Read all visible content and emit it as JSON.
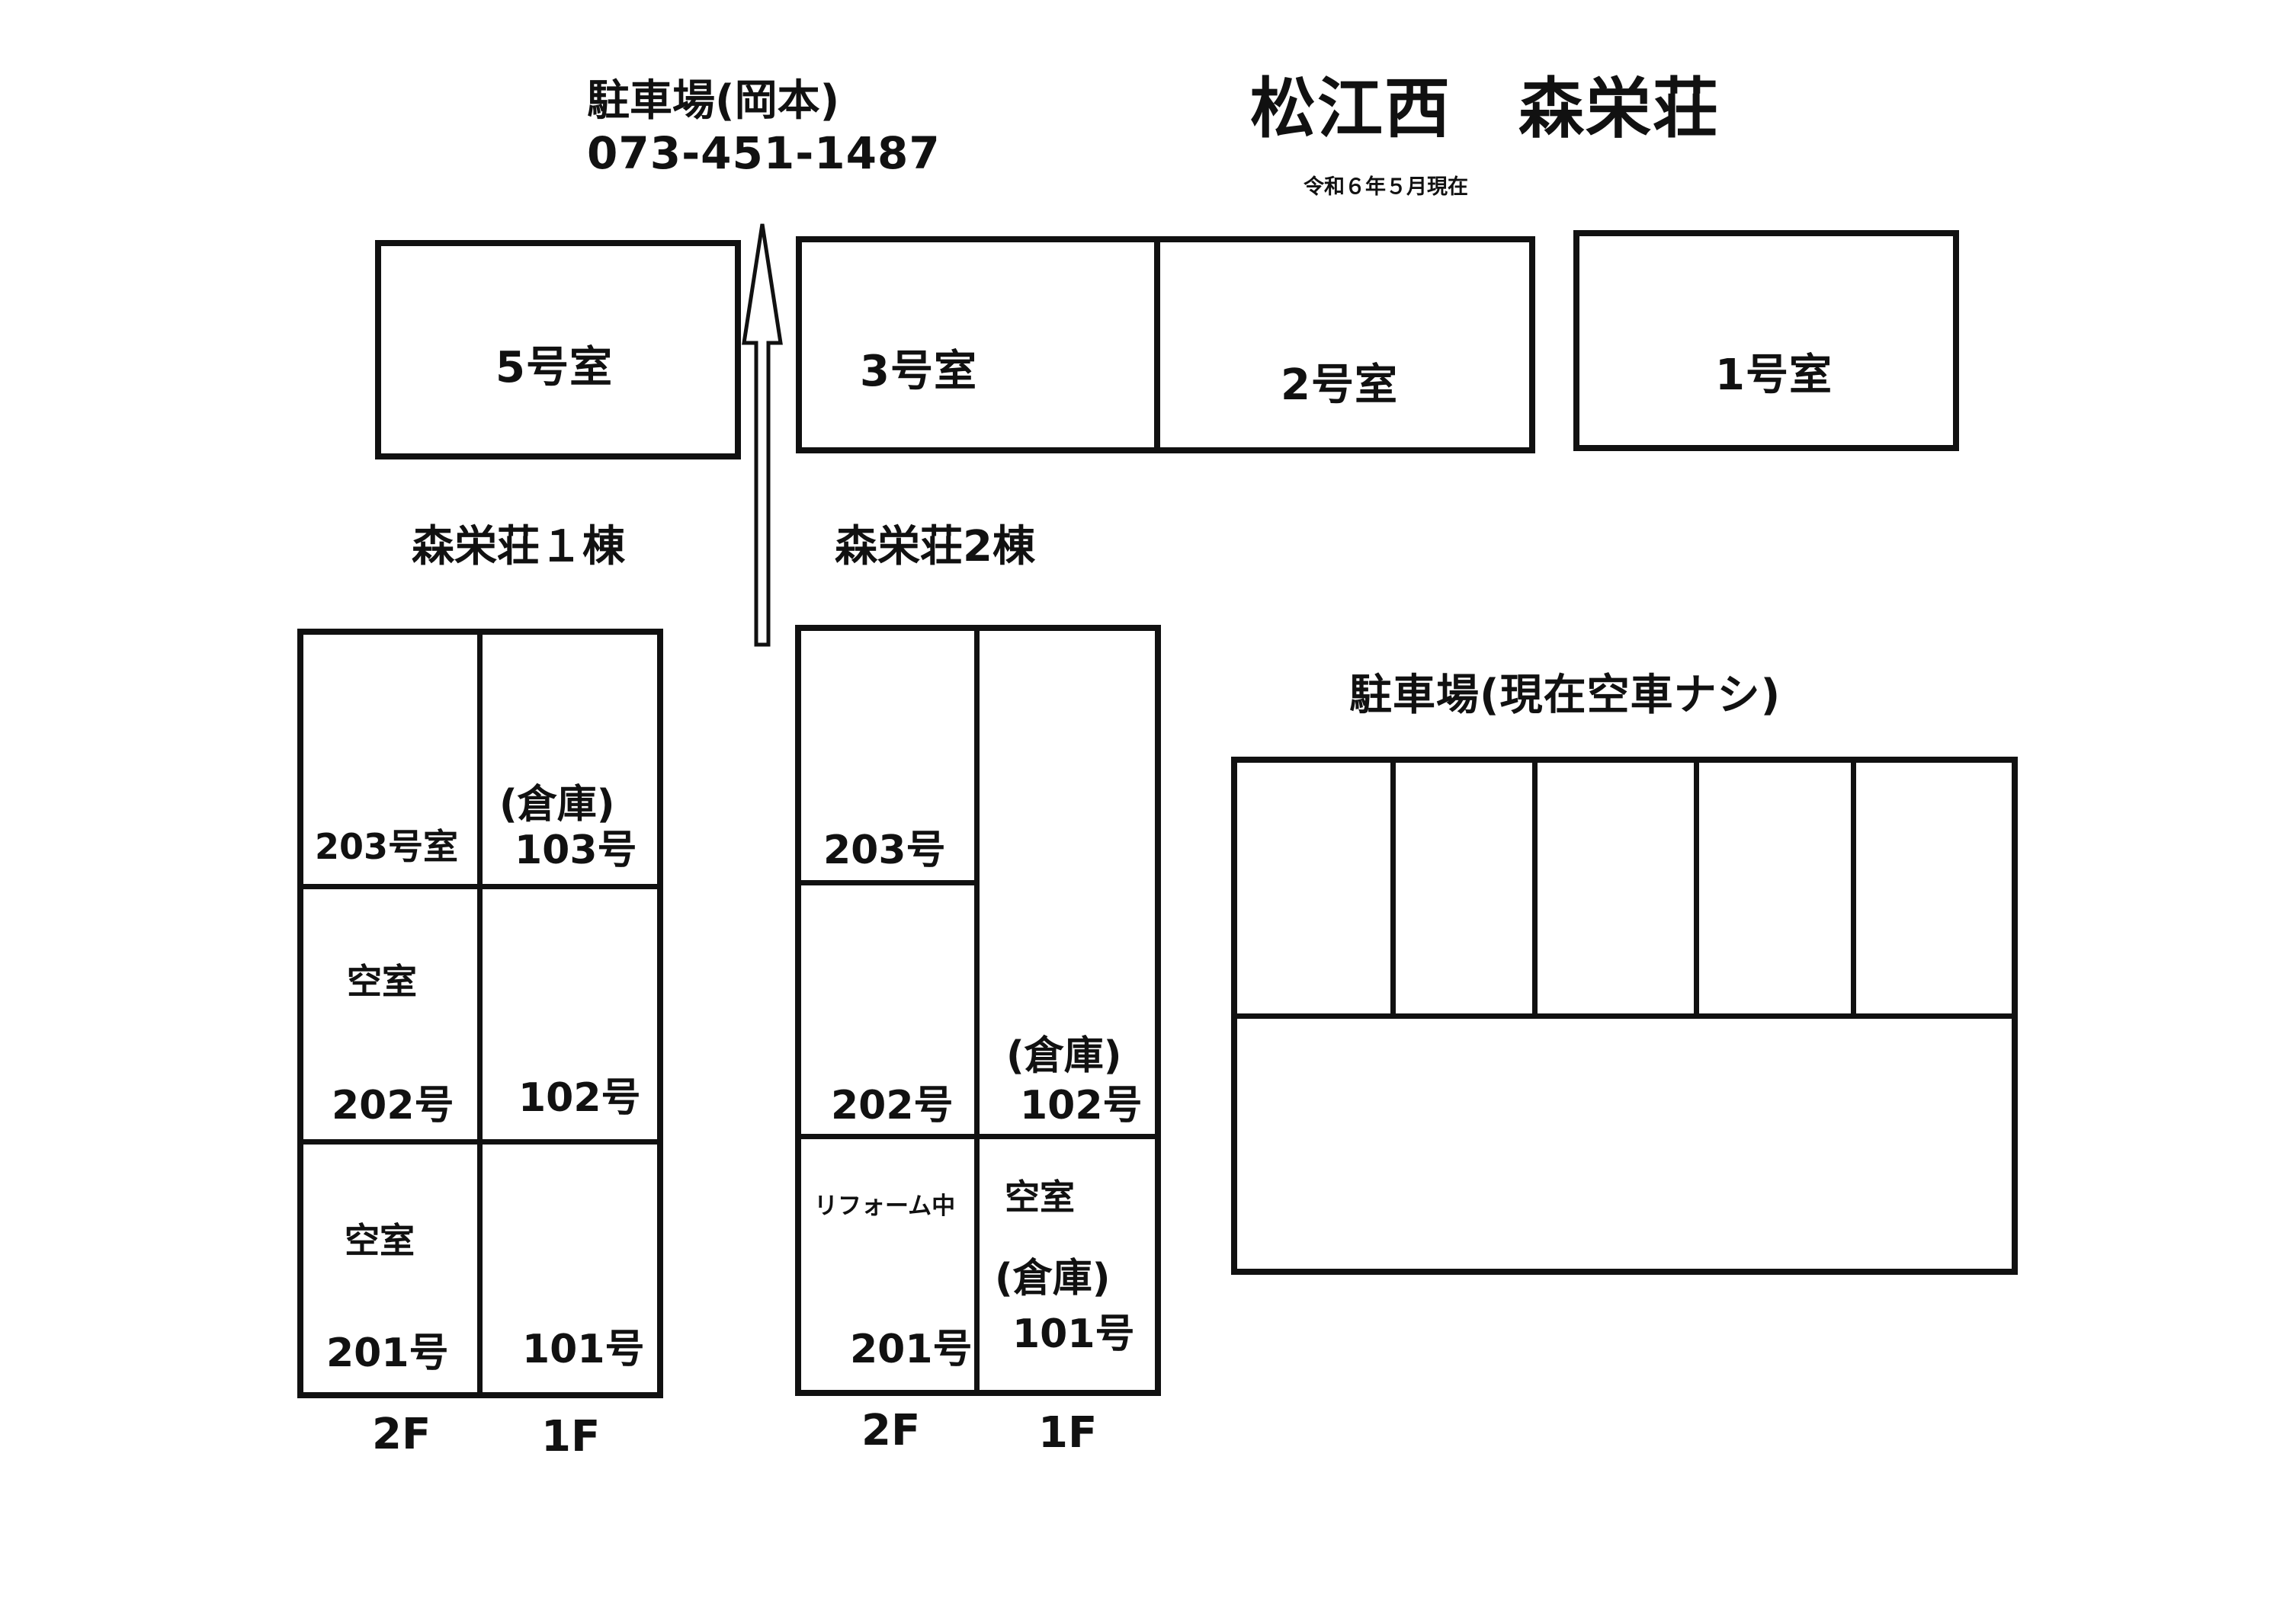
{
  "header": {
    "title": "松江西　森栄荘",
    "date_note": "令和６年５月現在",
    "parking_owner": "駐車場(岡本)",
    "parking_phone": "073-451-1487"
  },
  "top_rooms": {
    "room5": "5号室",
    "room3": "3号室",
    "room2": "2号室",
    "room1": "1号室"
  },
  "building1": {
    "label": "森栄荘１棟",
    "room203": "203号室",
    "room103_note": "(倉庫)",
    "room103": "103号",
    "room202_status": "空室",
    "room202": "202号",
    "room102": "102号",
    "room201_status": "空室",
    "room201": "201号",
    "room101": "101号",
    "floor_2": "2F",
    "floor_1": "1F"
  },
  "building2": {
    "label": "森栄荘2棟",
    "room203": "203号",
    "room202": "202号",
    "room102_note": "(倉庫)",
    "room102": "102号",
    "room201_status": "リフォーム中",
    "room201": "201号",
    "room101_status": "空室",
    "room101_note": "(倉庫)",
    "room101": "101号",
    "floor_2": "2F",
    "floor_1": "1F"
  },
  "parking": {
    "title": "駐車場(現在空車ナシ)"
  },
  "colors": {
    "ink": "#111111",
    "paper": "#ffffff"
  }
}
